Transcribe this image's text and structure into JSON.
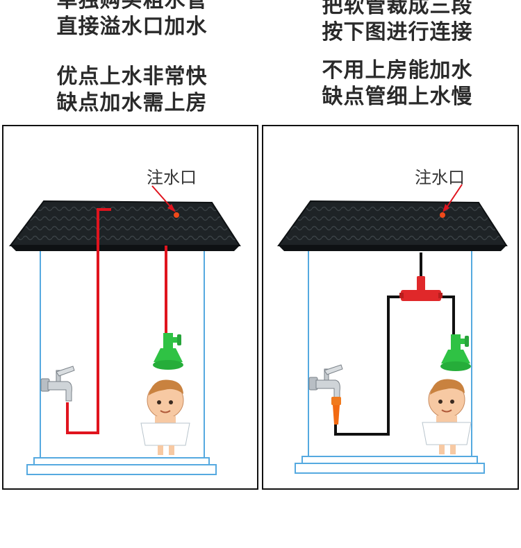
{
  "left": {
    "heading": [
      "单独购买粗水管",
      "直接溢水口加水"
    ],
    "pros_cons": [
      "优点上水非常快",
      "缺点加水需上房"
    ],
    "inlet_label": "注水口",
    "pipe_color": "#e0141e"
  },
  "right": {
    "heading": [
      "把软管裁成三段",
      "按下图进行连接"
    ],
    "pros_cons": [
      "不用上房能加水",
      "缺点管细上水慢"
    ],
    "inlet_label": "注水口",
    "pipe_color": "#111111",
    "tee_color": "#e0282a"
  },
  "colors": {
    "frame": "#55a9e0",
    "tank": "#1e2326",
    "tap_green": "#2fc244"
  },
  "icons": [
    "water-tank-icon",
    "faucet-icon",
    "shower-head-icon",
    "baby-towel-icon",
    "tee-connector-icon",
    "hose-nozzle-icon",
    "callout-arrow-icon"
  ]
}
